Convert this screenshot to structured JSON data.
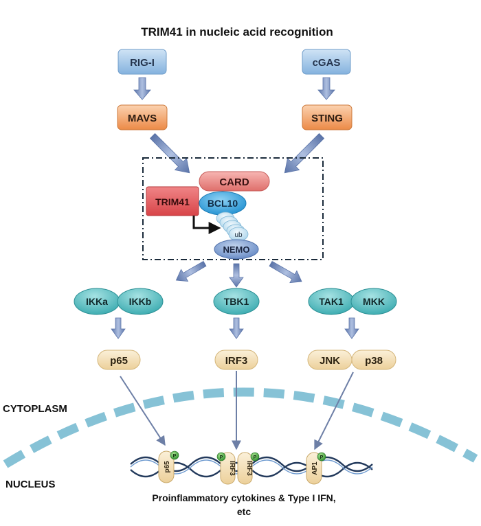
{
  "title": "TRIM41 in nucleic acid recognition",
  "upstream": {
    "rigi": "RIG-I",
    "mavs": "MAVS",
    "cgas": "cGAS",
    "sting": "STING"
  },
  "complex": {
    "card": "CARD",
    "trim41": "TRIM41",
    "bcl10": "BCL10",
    "ub": "ub",
    "nemo": "NEMO"
  },
  "kinases": {
    "ikka": "IKKa",
    "ikkb": "IKKb",
    "tbk1": "TBK1",
    "tak1": "TAK1",
    "mkk": "MKK"
  },
  "factors": {
    "p65": "p65",
    "irf3": "IRF3",
    "jnk": "JNK",
    "p38": "p38"
  },
  "compartments": {
    "cytoplasm": "CYTOPLASM",
    "nucleus": "NUCLEUS"
  },
  "dna": {
    "p65": "p65",
    "irf3_a": "IRF3",
    "irf3_b": "IRF3",
    "ap1": "AP1",
    "phospho": "P"
  },
  "output": {
    "line1": "Proinflammatory cytokines & Type I IFN,",
    "line2": "etc"
  },
  "colors": {
    "blue_box": "#9cc3e6",
    "orange_box": "#f2a466",
    "card": "#e8807c",
    "trim41": "#e0585a",
    "bcl10": "#3fa6e0",
    "nemo": "#7b9ed0",
    "kinase": "#4ab9bd",
    "factor": "#f3dcae",
    "arrow": "#7088b8",
    "membrane": "#8ac4d8",
    "phospho": "#3aa63a"
  }
}
